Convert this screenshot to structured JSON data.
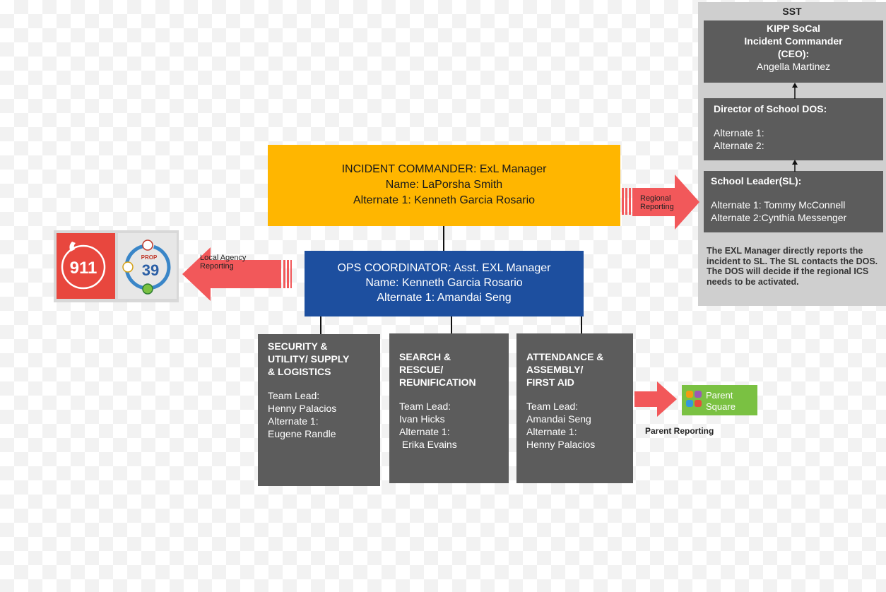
{
  "sst": {
    "title": "SST",
    "ceo": {
      "line1": "KIPP SoCal",
      "line2": "Incident Commander",
      "line3": "(CEO):",
      "name": "Angella Martinez"
    },
    "dos": {
      "title": "Director of School DOS:",
      "alt1": "Alternate 1:",
      "alt2": "Alternate 2:"
    },
    "sl": {
      "title": "School Leader(SL):",
      "alt1": "Alternate 1: Tommy McConnell",
      "alt2": "Alternate 2:Cynthia Messenger"
    },
    "note": "The EXL Manager directly reports the incident to SL. The SL contacts the DOS. The DOS will decide if the regional ICS needs to be activated."
  },
  "incident_commander": {
    "line1": "INCIDENT COMMANDER: ExL Manager",
    "line2": "Name: LaPorsha Smith",
    "line3": "Alternate 1: Kenneth Garcia Rosario"
  },
  "ops_coordinator": {
    "line1": "OPS COORDINATOR: Asst. EXL Manager",
    "line2": "Name: Kenneth Garcia Rosario",
    "line3": "Alternate 1: Amandai Seng"
  },
  "regional_reporting": {
    "line1": "Regional",
    "line2": "Reporting"
  },
  "local_agency_reporting": {
    "line1": "Local Agency",
    "line2": "Reporting"
  },
  "parent_reporting": "Parent Reporting",
  "icons": {
    "emergency": "911",
    "prop_label": "PROP",
    "prop_number": "39",
    "parent_line1": "Parent",
    "parent_line2": "Square"
  },
  "teams": [
    {
      "title_lines": [
        "SECURITY &",
        "UTILITY/ SUPPLY",
        "& LOGISTICS"
      ],
      "lead_label": "Team Lead:",
      "lead": "Henny Palacios",
      "alt_label": "Alternate 1:",
      "alt": "Eugene Randle"
    },
    {
      "title_lines": [
        "SEARCH &",
        "RESCUE/",
        "REUNIFICATION"
      ],
      "lead_label": "Team Lead:",
      "lead": "Ivan Hicks",
      "alt_label": "Alternate 1:",
      "alt": " Erika Evains"
    },
    {
      "title_lines": [
        "ATTENDANCE &",
        "ASSEMBLY/",
        "FIRST AID"
      ],
      "lead_label": "Team Lead:",
      "lead": "Amandai Seng",
      "alt_label": "Alternate 1:",
      "alt": "Henny Palacios"
    }
  ],
  "colors": {
    "incident_commander": "#ffb600",
    "ops_coordinator": "#1d4f9f",
    "team_box": "#5c5c5c",
    "arrow": "#f2585a",
    "emergency_red": "#e8473e",
    "parent_square_green": "#7ac142"
  }
}
